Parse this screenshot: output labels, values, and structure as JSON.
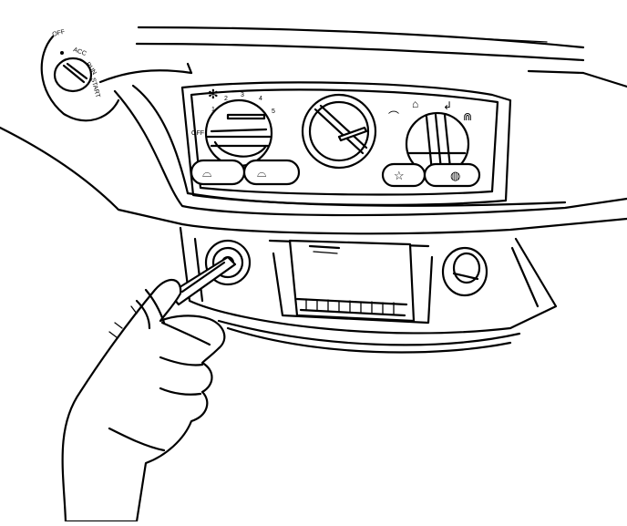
{
  "ignition_switch": {
    "off_label": "OFF",
    "acc_label": "ACC",
    "run_label": "RUN",
    "start_label": "START"
  },
  "hvac_panel": {
    "fan_speed_labels": [
      "OFF",
      "1",
      "2",
      "3",
      "4",
      "5"
    ],
    "fan_icon": "fan-icon",
    "mode_icons": [
      "face-vent-icon",
      "bi-level-icon",
      "floor-icon",
      "defrost-icon"
    ],
    "button_icons": [
      "recirculate-icon",
      "fresh-air-icon",
      "ac-snowflake-icon",
      "rear-defog-icon"
    ]
  },
  "lower_console": {
    "parts": [
      "accessory-socket",
      "ashtray",
      "cigar-lighter"
    ]
  },
  "tool": "removal-tool"
}
